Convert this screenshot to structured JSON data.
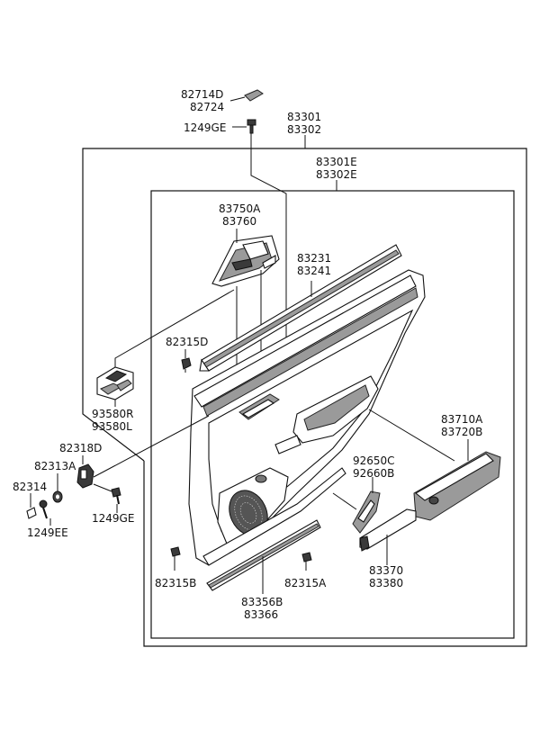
{
  "labels": {
    "l82714d": "82714D",
    "l82724": "82724",
    "l1249ge_top": "1249GE",
    "l83301": "83301",
    "l83302": "83302",
    "l83301e": "83301E",
    "l83302e": "83302E",
    "l83750a": "83750A",
    "l83760": "83760",
    "l83231": "83231",
    "l83241": "83241",
    "l82315d": "82315D",
    "l93580r": "93580R",
    "l93580l": "93580L",
    "l83710a": "83710A",
    "l83720b": "83720B",
    "l82318d": "82318D",
    "l82313a": "82313A",
    "l82314": "82314",
    "l1249ee": "1249EE",
    "l1249ge_mid": "1249GE",
    "l92650c": "92650C",
    "l92660b": "92660B",
    "l82315b": "82315B",
    "l83356b": "83356B",
    "l83366": "83366",
    "l82315a": "82315A",
    "l83370": "83370",
    "l83380": "83380"
  }
}
